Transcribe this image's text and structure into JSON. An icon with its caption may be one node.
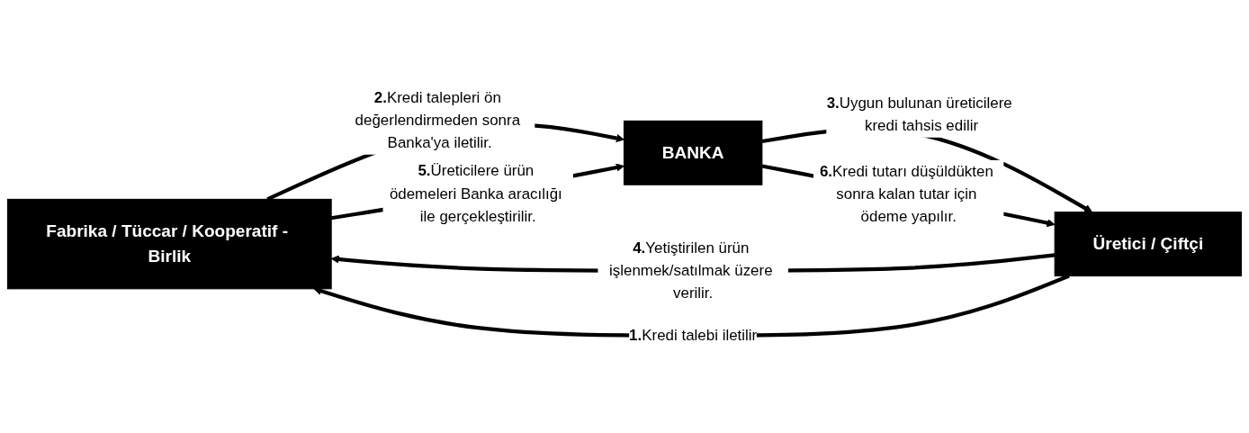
{
  "diagram": {
    "nodes": [
      {
        "text": [
          "Fabrika / Tüccar / Kooperatif - Birlik"
        ]
      },
      {
        "text": [
          "Üretici / Çiftçi"
        ]
      },
      {
        "text": [
          "BANKA"
        ]
      }
    ],
    "edges": [
      {
        "from": 1,
        "to": 0,
        "arrow": "to",
        "label": "**4.**Yetiştirilen ürün işlenmek/satılmak üzere verilir."
      },
      {
        "from": 1,
        "to": 0,
        "arrow": "to",
        "label": "**1.**Kredi talebi iletilir"
      },
      {
        "from": 0,
        "to": 2,
        "arrow": "to",
        "label": "**2.**Kredi talepleri ön değerlendirmeden sonra Banka'ya iletilir."
      },
      {
        "from": 0,
        "to": 2,
        "arrow": "to",
        "label": "**5.**Üreticilere ürün ödemeleri Banka aracılığı ile gerçekleştirilir."
      },
      {
        "from": 2,
        "to": 1,
        "arrow": "to",
        "label": "**3.**Uygun bulunan üreticilere kredi tahsis edilir"
      },
      {
        "from": 2,
        "to": 1,
        "arrow": "to",
        "label": "**6.**Kredi tutarı düşüldükten sonra kalan tutar için ödeme yapılır."
      }
    ]
  }
}
